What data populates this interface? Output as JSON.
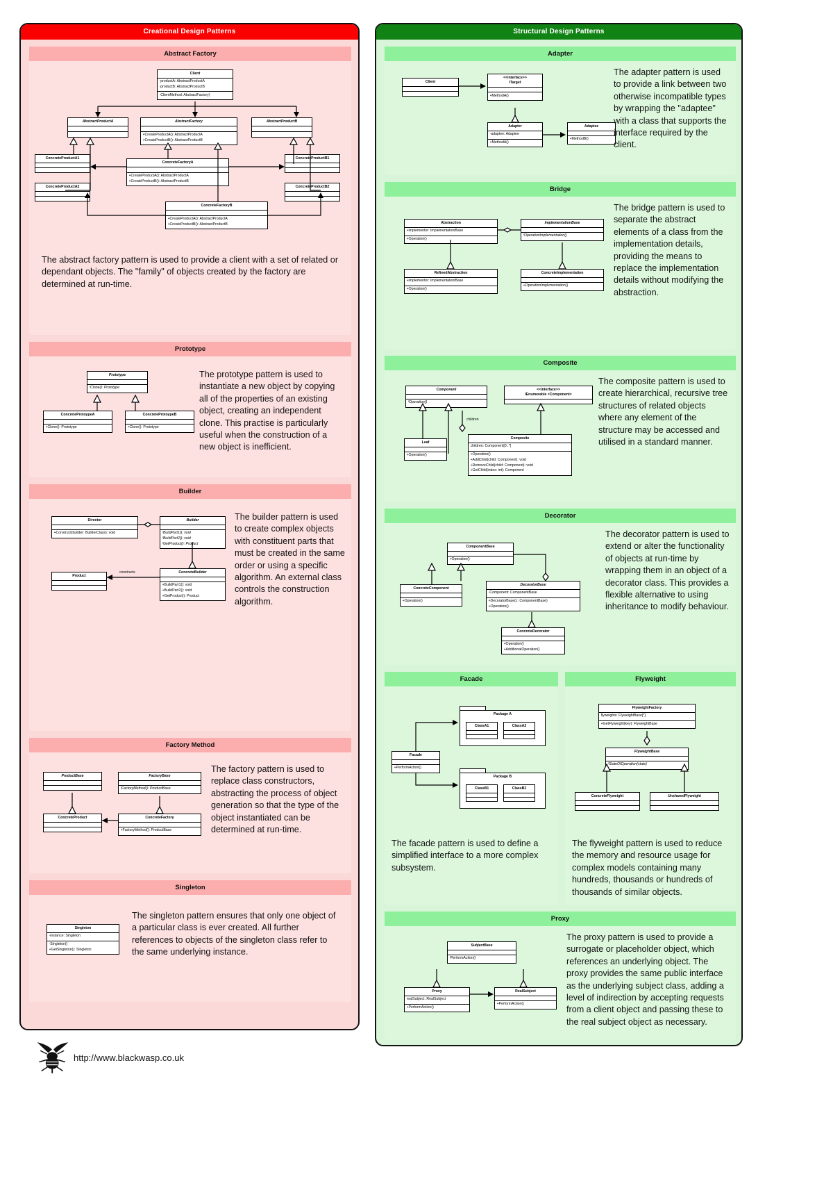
{
  "panels": {
    "creational": {
      "title": "Creational Design Patterns",
      "color": "#fb0000",
      "patterns": [
        {
          "name": "Abstract Factory",
          "description": "The abstract factory pattern is used to provide a client with a set of related or dependant objects. The \"family\" of objects created by the factory are determined at run-time.",
          "classes": [
            {
              "name": "Client",
              "abstract": false,
              "attributes": [
                "-productA: AbstractProductA",
                "-productB: AbstractProductB"
              ],
              "methods": [
                "-ClientMethod: AbstractFactory)"
              ]
            },
            {
              "name": "AbstractProductA",
              "abstract": true,
              "attributes": [],
              "methods": []
            },
            {
              "name": "AbstractFactory",
              "abstract": true,
              "attributes": [],
              "methods": [
                "+CreateProductA(): AbstractProductA",
                "+CreateProductB(): AbstractProductB"
              ]
            },
            {
              "name": "AbstractProductB",
              "abstract": true,
              "attributes": [],
              "methods": []
            },
            {
              "name": "ConcreteProductA1",
              "abstract": false,
              "attributes": [],
              "methods": []
            },
            {
              "name": "ConcreteProductA2",
              "abstract": false,
              "attributes": [],
              "methods": []
            },
            {
              "name": "ConcreteProductB1",
              "abstract": false,
              "attributes": [],
              "methods": []
            },
            {
              "name": "ConcreteProductB2",
              "abstract": false,
              "attributes": [],
              "methods": []
            },
            {
              "name": "ConcreteFactoryA",
              "abstract": false,
              "attributes": [],
              "methods": [
                "+CreateProductA(): AbstractProductA",
                "+CreateProductB(): AbstractProductB"
              ]
            },
            {
              "name": "ConcreteFactoryB",
              "abstract": false,
              "attributes": [],
              "methods": [
                "+CreateProductA(): AbstractProductA",
                "+CreateProductB(): AbstractProductB"
              ]
            }
          ]
        },
        {
          "name": "Prototype",
          "description": "The prototype pattern is used to instantiate a new object by copying all of the properties of an existing object, creating an independent clone. This practise is particularly useful when the construction of a new object is inefficient.",
          "classes": [
            {
              "name": "Prototype",
              "abstract": true,
              "attributes": [],
              "methods": [
                "/Clone(): Prototype"
              ]
            },
            {
              "name": "ConcreteProtoypeA",
              "abstract": false,
              "attributes": [],
              "methods": [
                "+Clone(): Prototype"
              ]
            },
            {
              "name": "ConcreteProtoypeB",
              "abstract": false,
              "attributes": [],
              "methods": [
                "+Clone(): Prototype"
              ]
            }
          ]
        },
        {
          "name": "Builder",
          "description": "The builder pattern is used to create complex objects with constituent parts that must be created in the same order or using a specific algorithm. An external class controls the construction algorithm.",
          "classes": [
            {
              "name": "Director",
              "abstract": false,
              "attributes": [],
              "methods": [
                "+Construct(builder: BuilderClass): void"
              ]
            },
            {
              "name": "Builder",
              "abstract": true,
              "attributes": [],
              "methods": [
                "/BuildPart1(): void",
                "/BuildPart2(): void",
                "/GetProduct(): Product"
              ]
            },
            {
              "name": "Product",
              "abstract": false,
              "attributes": [],
              "methods": []
            },
            {
              "name": "ConcreteBuilder",
              "abstract": false,
              "attributes": [],
              "methods": [
                "+BuildPart1(): void",
                "+BuildPart2(): void",
                "+GetProduct(): Product"
              ]
            }
          ],
          "edge_labels": [
            "constructs"
          ]
        },
        {
          "name": "Factory Method",
          "description": "The factory pattern is used to replace class constructors, abstracting the process of object generation so that the type of the object instantiated can be determined at run-time.",
          "classes": [
            {
              "name": "ProductBase",
              "abstract": true,
              "attributes": [],
              "methods": []
            },
            {
              "name": "FactoryBase",
              "abstract": true,
              "attributes": [],
              "methods": [
                "/FactoryMethod(): ProductBase"
              ]
            },
            {
              "name": "ConcreteProduct",
              "abstract": false,
              "attributes": [],
              "methods": []
            },
            {
              "name": "ConcreteFactory",
              "abstract": false,
              "attributes": [],
              "methods": [
                "+FactoryMethod(): ProductBase"
              ]
            }
          ]
        },
        {
          "name": "Singleton",
          "description": "The singleton pattern ensures that only one object of a particular class is ever created. All further references to objects of the singleton class refer to the same underlying instance.",
          "classes": [
            {
              "name": "Singleton",
              "abstract": false,
              "attributes": [
                "-instance: Singleton"
              ],
              "methods": [
                "-Singleton()",
                "+GetSingleton(): Singleton"
              ]
            }
          ]
        }
      ]
    },
    "structural": {
      "title": "Structural Design Patterns",
      "color": "#118314",
      "patterns": [
        {
          "name": "Adapter",
          "description": "The adapter pattern is used to provide a link between two otherwise incompatible types by wrapping the \"adaptee\" with a class that supports the interface required by the client.",
          "classes": [
            {
              "name": "Client",
              "abstract": false,
              "attributes": [],
              "methods": []
            },
            {
              "name": "ITarget",
              "stereotype": "<<interface>>",
              "abstract": false,
              "attributes": [],
              "methods": [
                "+MethodA()"
              ]
            },
            {
              "name": "Adapter",
              "abstract": false,
              "attributes": [
                "-adaptee: Adaptee"
              ],
              "methods": [
                "+MethodA()"
              ]
            },
            {
              "name": "Adaptee",
              "abstract": false,
              "attributes": [],
              "methods": [
                "+MethodB()"
              ]
            }
          ]
        },
        {
          "name": "Bridge",
          "description": "The bridge pattern is used to separate the abstract elements of a class from the implementation details, providing the means to replace the implementation details without modifying the abstraction.",
          "classes": [
            {
              "name": "Abstraction",
              "abstract": false,
              "attributes": [
                "+implementor: ImplementationBase"
              ],
              "methods": [
                "+Operation()"
              ]
            },
            {
              "name": "ImplementationBase",
              "abstract": true,
              "attributes": [],
              "methods": [
                "/OperationImplementation()"
              ]
            },
            {
              "name": "RefinedAbstraction",
              "abstract": false,
              "attributes": [
                "+implementor: ImplementationBase"
              ],
              "methods": [
                "+Operation()"
              ]
            },
            {
              "name": "ConcreteImplementation",
              "abstract": false,
              "attributes": [],
              "methods": [
                "+OperationImplementation()"
              ]
            }
          ]
        },
        {
          "name": "Composite",
          "description": "The composite pattern is used to create hierarchical, recursive tree structures of related objects where any element of the structure may be accessed and utilised in a standard manner.",
          "classes": [
            {
              "name": "Component",
              "abstract": true,
              "attributes": [],
              "methods": [
                "/Operation()"
              ]
            },
            {
              "name": "IEnumerable <Component>",
              "stereotype": "<<interface>>",
              "abstract": false,
              "attributes": [],
              "methods": []
            },
            {
              "name": "Leaf",
              "abstract": false,
              "attributes": [],
              "methods": [
                "+Operation()"
              ]
            },
            {
              "name": "Composite",
              "abstract": false,
              "attributes": [
                "children: Component[0..*]"
              ],
              "methods": [
                "+Operation()",
                "+AddChild(child: Component): void",
                "+RemoveChild(child: Component): void",
                "+GetChild(index: int): Component"
              ]
            }
          ],
          "edge_labels": [
            "children"
          ]
        },
        {
          "name": "Decorator",
          "description": "The decorator pattern is used to extend or alter the functionality of objects at run-time by wrapping them in an object of a decorator class. This provides a flexible alternative to using inheritance to modify behaviour.",
          "classes": [
            {
              "name": "ComponentBase",
              "abstract": true,
              "attributes": [],
              "methods": [
                "+Operation()"
              ]
            },
            {
              "name": "ConcreteComponent",
              "abstract": false,
              "attributes": [],
              "methods": [
                "+Operation()"
              ]
            },
            {
              "name": "DecoratorBase",
              "abstract": true,
              "attributes": [
                "-Component: ComponentBase"
              ],
              "methods": [
                "+DecoratorBase(c: ComponentBase)",
                "+Operation()"
              ]
            },
            {
              "name": "ConcreteDecorator",
              "abstract": false,
              "attributes": [],
              "methods": [
                "+Operation()",
                "+AdditionalOperation()"
              ]
            }
          ]
        },
        {
          "name": "Facade",
          "description": "The facade pattern is used to define a simplified interface to a more complex subsystem.",
          "classes": [
            {
              "name": "Facade",
              "abstract": false,
              "attributes": [],
              "methods": [
                "+PerformAction()"
              ]
            },
            {
              "name": "ClassA1",
              "abstract": false,
              "attributes": [],
              "methods": []
            },
            {
              "name": "ClassA2",
              "abstract": false,
              "attributes": [],
              "methods": []
            },
            {
              "name": "ClassB1",
              "abstract": false,
              "attributes": [],
              "methods": []
            },
            {
              "name": "ClassB2",
              "abstract": false,
              "attributes": [],
              "methods": []
            }
          ],
          "packages": [
            "Package A",
            "Package B"
          ]
        },
        {
          "name": "Flyweight",
          "description": "The flyweight pattern is used to reduce the memory and resource usage for complex models containing many hundreds, thousands or hundreds of thousands of similar objects.",
          "classes": [
            {
              "name": "FlyweightFactory",
              "abstract": false,
              "attributes": [
                "flyweights: FlyweightBase[*]"
              ],
              "methods": [
                "+GetFlyweight(key): FlyweightBase"
              ]
            },
            {
              "name": "FlyweightBase",
              "abstract": true,
              "attributes": [],
              "methods": [
                "/StateOfOperation(state)"
              ]
            },
            {
              "name": "ConcreteFlyweight",
              "abstract": false,
              "attributes": [],
              "methods": []
            },
            {
              "name": "UnsharedFlyweight",
              "abstract": false,
              "attributes": [],
              "methods": []
            }
          ]
        },
        {
          "name": "Proxy",
          "description": "The proxy pattern is used to provide a surrogate or placeholder object, which references an underlying object. The proxy provides the same public interface as the underlying subject class, adding a level of indirection by accepting requests from a client object and passing these to the real subject object as necessary.",
          "classes": [
            {
              "name": "SubjectBase",
              "abstract": true,
              "attributes": [],
              "methods": [
                "/PerformAction()"
              ]
            },
            {
              "name": "Proxy",
              "abstract": false,
              "attributes": [
                "realSubject: RealSubject"
              ],
              "methods": [
                "+PerformAction()"
              ]
            },
            {
              "name": "RealSubject",
              "abstract": false,
              "attributes": [],
              "methods": [
                "+PerformAction()"
              ]
            }
          ]
        }
      ]
    }
  },
  "footer": {
    "url": "http://www.blackwasp.co.uk",
    "logo_icon": "wasp-icon"
  }
}
